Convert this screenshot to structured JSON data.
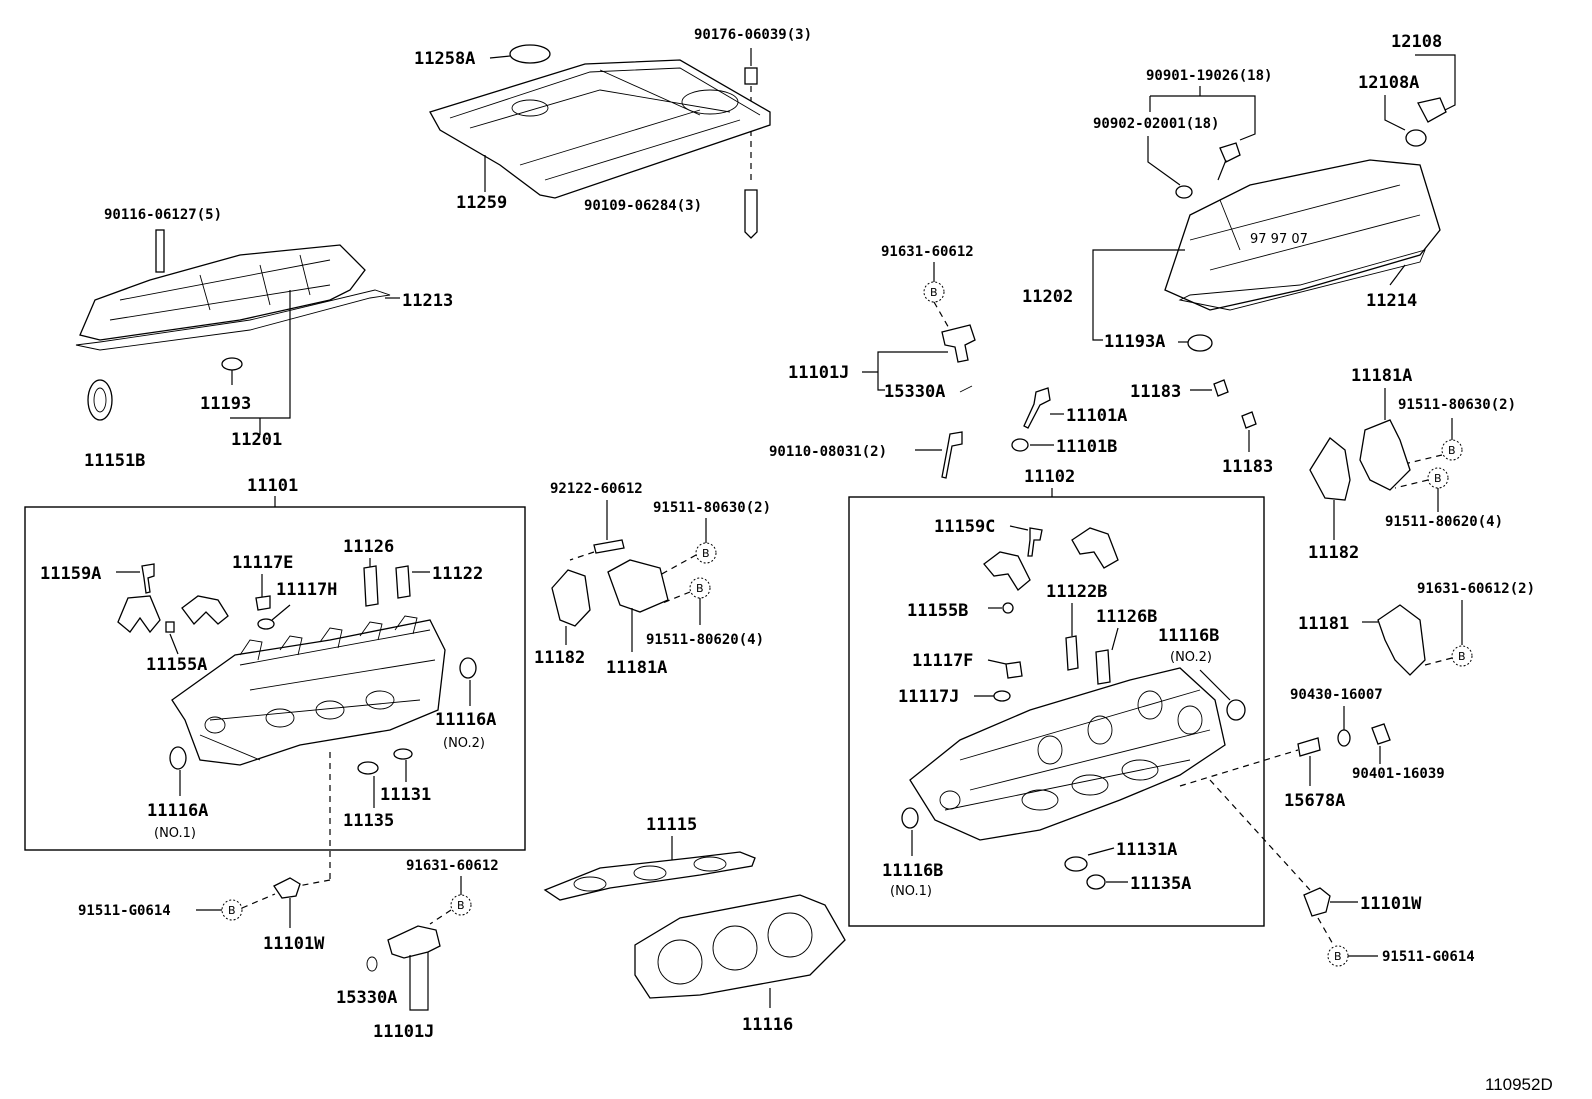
{
  "labels": {
    "p11258A": "11258A",
    "p90176": "90176-06039(3)",
    "p11259": "11259",
    "p90109": "90109-06284(3)",
    "p90116": "90116-06127(5)",
    "p11213": "11213",
    "p11193": "11193",
    "p11201": "11201",
    "p11151B": "11151B",
    "p12108": "12108",
    "p12108A": "12108A",
    "p90901": "90901-19026(18)",
    "p90902": "90902-02001(18)",
    "p11202": "11202",
    "p11214": "11214",
    "p11193A": "11193A",
    "p91631_top": "91631-60612",
    "p11101J_top": "11101J",
    "p15330A_top": "15330A",
    "p11101A": "11101A",
    "p11101B": "11101B",
    "p90110": "90110-08031(2)",
    "p11183a": "11183",
    "p11183b": "11183",
    "p11181A_r": "11181A",
    "p91511_630_r": "91511-80630(2)",
    "p91511_620_r": "91511-80620(4)",
    "p11182_r": "11182",
    "p11101": "11101",
    "p11159A": "11159A",
    "p11117E": "11117E",
    "p11126": "11126",
    "p11117H": "11117H",
    "p11122": "11122",
    "p11155A": "11155A",
    "p11116A_2": "11116A",
    "p11116A_1": "11116A",
    "p11131": "11131",
    "p11135": "11135",
    "p92122": "92122-60612",
    "p91511_630_m": "91511-80630(2)",
    "p91511_620_m": "91511-80620(4)",
    "p11182_m": "11182",
    "p11181A_m": "11181A",
    "p11102": "11102",
    "p11159C": "11159C",
    "p11155B": "11155B",
    "p11122B": "11122B",
    "p11126B": "11126B",
    "p11116B_2": "11116B",
    "p11117F": "11117F",
    "p11117J": "11117J",
    "p11116B_1": "11116B",
    "p11131A": "11131A",
    "p11135A": "11135A",
    "p91631_r": "91631-60612(2)",
    "p11181": "11181",
    "p90430": "90430-16007",
    "p90401": "90401-16039",
    "p15678A": "15678A",
    "p11101W_r": "11101W",
    "p91511_G_r": "91511-G0614",
    "p11115": "11115",
    "p11116": "11116",
    "p91511_G_l": "91511-G0614",
    "p11101W_l": "11101W",
    "p91631_bot": "91631-60612",
    "p15330A_bot": "15330A",
    "p11101J_bot": "11101J",
    "no1": "(NO.1)",
    "no2": "(NO.2)",
    "b": "B",
    "ref_code": "110952D"
  }
}
